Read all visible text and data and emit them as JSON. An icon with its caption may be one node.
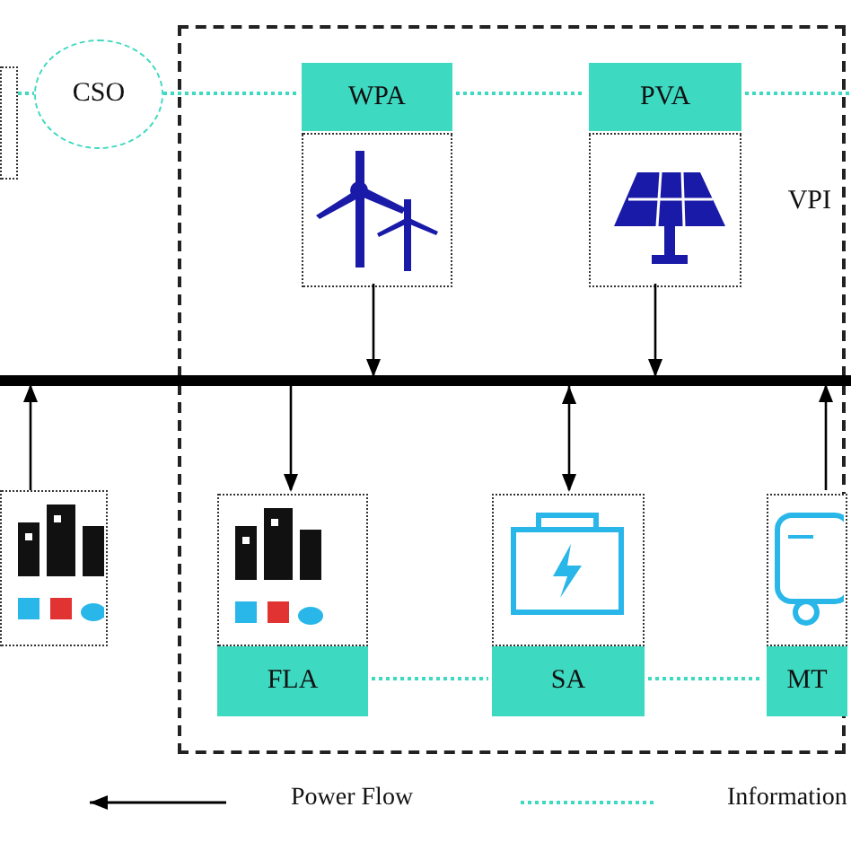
{
  "diagram": {
    "nodes": [
      {
        "text": [],
        "shape": "box"
      },
      {
        "text": [
          "CSO"
        ]
      },
      {
        "text": [
          "VPI"
        ]
      },
      {
        "text": [
          "WPA"
        ],
        "in": 2
      },
      {
        "text": [],
        "shape": "picture",
        "in": 2
      },
      {
        "text": [
          "PVA"
        ],
        "in": 2
      },
      {
        "text": [],
        "shape": "picture",
        "in": 2
      },
      {
        "text": [],
        "shape": "bar"
      },
      {
        "text": [],
        "shape": "picture"
      },
      {
        "text": [],
        "shape": "picture",
        "in": 2
      },
      {
        "text": [],
        "shape": "picture",
        "in": 2
      },
      {
        "text": [],
        "shape": "picture",
        "in": 2
      },
      {
        "text": [
          "FLA"
        ],
        "in": 2
      },
      {
        "text": [
          "SA"
        ],
        "in": 2
      },
      {
        "text": [
          "MT"
        ],
        "in": 2
      }
    ],
    "edges": [
      {
        "from": 0,
        "to": 1,
        "arrow": "none",
        "style": "dashed",
        "color": "#3dd9c1"
      },
      {
        "from": 1,
        "to": 3,
        "arrow": "none",
        "style": "dashed",
        "color": "#3dd9c1"
      },
      {
        "from": 3,
        "to": 5,
        "arrow": "none",
        "style": "dashed",
        "color": "#3dd9c1"
      },
      {
        "from": 5,
        "to": null,
        "arrow": "none",
        "style": "dashed",
        "color": "#3dd9c1"
      },
      {
        "from": 4,
        "to": 7,
        "arrow": "to",
        "color": "#000000"
      },
      {
        "from": 6,
        "to": 7,
        "arrow": "to",
        "color": "#000000"
      },
      {
        "from": 8,
        "to": 7,
        "arrow": "to",
        "color": "#000000"
      },
      {
        "from": 7,
        "to": 9,
        "arrow": "to",
        "color": "#000000"
      },
      {
        "from": 7,
        "to": 10,
        "arrow": "both",
        "color": "#000000"
      },
      {
        "from": 11,
        "to": 7,
        "arrow": "to",
        "color": "#000000"
      },
      {
        "from": 12,
        "to": 13,
        "arrow": "none",
        "style": "dashed",
        "color": "#3dd9c1"
      },
      {
        "from": 13,
        "to": 14,
        "arrow": "none",
        "style": "dashed",
        "color": "#3dd9c1"
      }
    ],
    "legend": [
      {
        "text": "Power Flow"
      },
      {
        "text": "Information"
      }
    ]
  }
}
